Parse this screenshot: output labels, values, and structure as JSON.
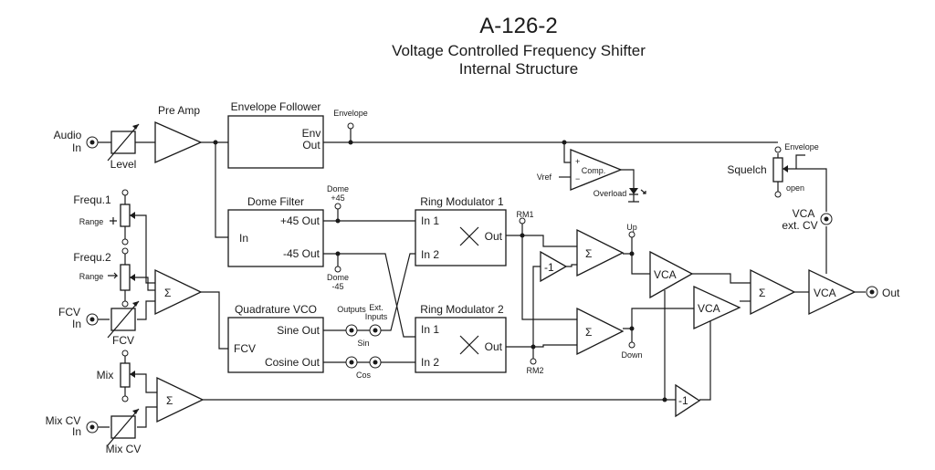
{
  "title": "A-126-2",
  "subtitle_line1": "Voltage Controlled Frequency Shifter",
  "subtitle_line2": "Internal Structure",
  "labels": {
    "audio": "Audio",
    "audio_in": "In",
    "level": "Level",
    "pre_amp": "Pre Amp",
    "envelope_follower": "Envelope Follower",
    "env": "Env",
    "env_out": "Out",
    "envelope_top": "Envelope",
    "vref": "Vref",
    "comp": "Comp.",
    "overload": "Overload",
    "envelope_right": "Envelope",
    "squelch": "Squelch",
    "open": "open",
    "vca_ext_cv_1": "VCA",
    "vca_ext_cv_2": "ext. CV",
    "frequ1": "Frequ.1",
    "range1": "Range",
    "frequ2": "Frequ.2",
    "range2": "Range",
    "fcv": "FCV",
    "fcv_in": "In",
    "fcv_pot": "FCV",
    "mix": "Mix",
    "mix_cv": "Mix CV",
    "mix_cv_in": "In",
    "mix_cv_pot": "Mix CV",
    "dome_filter": "Dome Filter",
    "dome_in": "In",
    "plus45_out": "+45 Out",
    "minus45_out": "-45 Out",
    "dome_plus45_1": "Dome",
    "dome_plus45_2": "+45",
    "dome_minus45_1": "Dome",
    "dome_minus45_2": "-45",
    "ring_mod_1": "Ring Modulator 1",
    "rm1_in1": "In  1",
    "rm1_in2": "In 2",
    "rm1_out": "Out",
    "rm1": "RM1",
    "ring_mod_2": "Ring Modulator 2",
    "rm2_in1": "In  1",
    "rm2_in2": "In 2",
    "rm2_out": "Out",
    "rm2": "RM2",
    "quadrature_vco": "Quadrature VCO",
    "fcv_in_vco": "FCV",
    "sine_out": "Sine Out",
    "cosine_out": "Cosine Out",
    "outputs": "Outputs",
    "ext_1": "Ext.",
    "inputs": "Inputs",
    "sin": "Sin",
    "cos": "Cos",
    "minus1_top": "-1",
    "minus1_bottom": "-1",
    "up": "Up",
    "down": "Down",
    "vca1": "VCA",
    "vca2": "VCA",
    "vca_out": "VCA",
    "out": "Out",
    "sigma": "Σ"
  }
}
